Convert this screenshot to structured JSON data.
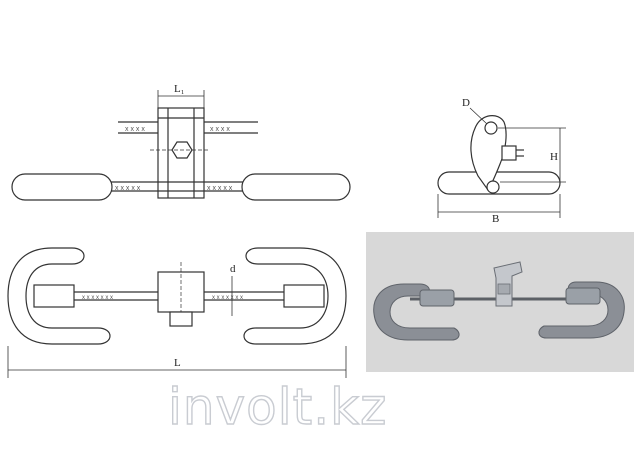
{
  "labels": {
    "l1": "L₁",
    "d_side": "D",
    "h": "H",
    "b": "B",
    "d_small": "d",
    "l": "L"
  },
  "watermark": "involt.kz",
  "colors": {
    "line": "#333333",
    "photo_bg": "#d8d8d8",
    "metal": "#8b8f96",
    "metal_light": "#c4c7cc",
    "watermark_stroke": "#c9ccd2"
  }
}
